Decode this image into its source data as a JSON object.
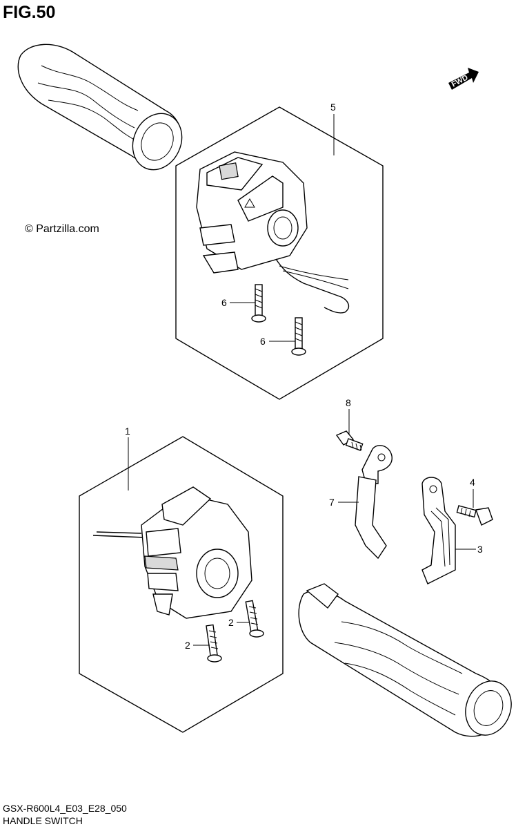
{
  "figure": {
    "title": "FIG.50",
    "watermark": "© Partzilla.com",
    "model_code": "GSX-R600L4_E03_E28_050",
    "section_name": "HANDLE SWITCH",
    "fwd_label": "FWD"
  },
  "callouts": [
    {
      "id": "callout-1",
      "label": "1"
    },
    {
      "id": "callout-2a",
      "label": "2"
    },
    {
      "id": "callout-2b",
      "label": "2"
    },
    {
      "id": "callout-3",
      "label": "3"
    },
    {
      "id": "callout-4",
      "label": "4"
    },
    {
      "id": "callout-5",
      "label": "5"
    },
    {
      "id": "callout-6a",
      "label": "6"
    },
    {
      "id": "callout-6b",
      "label": "6"
    },
    {
      "id": "callout-7",
      "label": "7"
    },
    {
      "id": "callout-8",
      "label": "8"
    }
  ]
}
